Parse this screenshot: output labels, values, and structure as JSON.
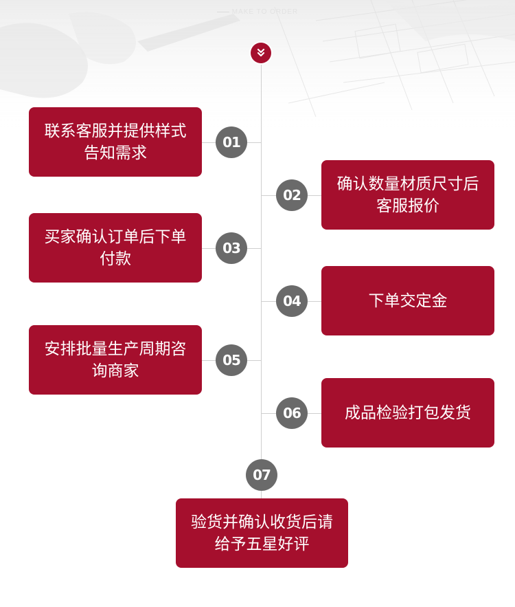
{
  "header": {
    "label": "MAKE TO ORDER"
  },
  "colors": {
    "box": "#a50f2d",
    "circle": "#6a6a6a",
    "line": "#cfcfcf"
  },
  "top_icon": "double-chevron-down-icon",
  "steps": [
    {
      "number": "01",
      "text": "联系客服并提供样式告知需求"
    },
    {
      "number": "02",
      "text": "确认数量材质尺寸后客服报价"
    },
    {
      "number": "03",
      "text": "买家确认订单后下单付款"
    },
    {
      "number": "04",
      "text": "下单交定金"
    },
    {
      "number": "05",
      "text": "安排批量生产周期咨询商家"
    },
    {
      "number": "06",
      "text": "成品检验打包发货"
    },
    {
      "number": "07",
      "text": "验货并确认收货后请给予五星好评"
    }
  ]
}
